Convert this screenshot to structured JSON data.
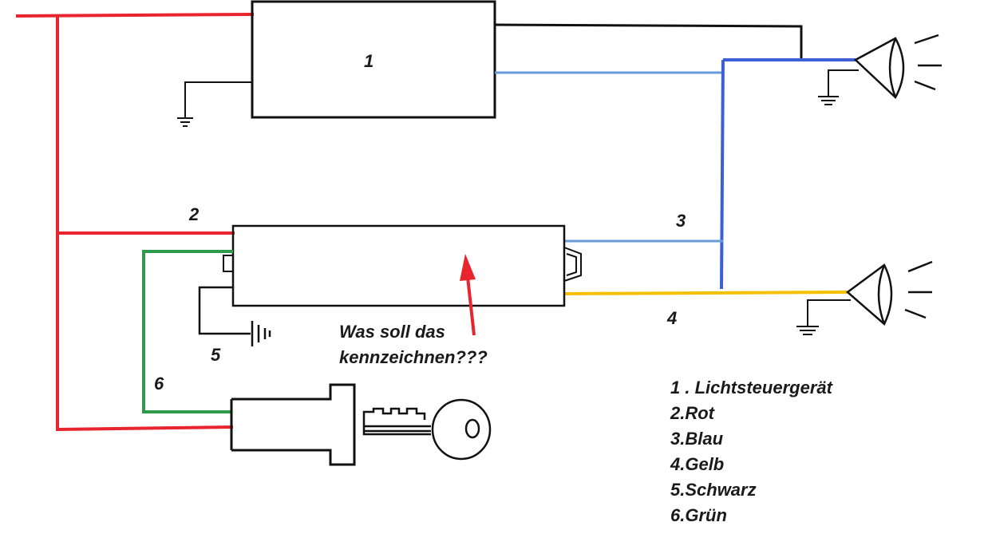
{
  "diagram": {
    "box_labels": {
      "unit_1": "1",
      "wire_2": "2",
      "wire_3": "3",
      "wire_4": "4",
      "wire_5": "5",
      "wire_6": "6"
    },
    "question_line_1": "Was soll das",
    "question_line_2": "kennzeichnen???",
    "legend": [
      "1 . Lichtsteuergerät",
      "2.Rot",
      "3.Blau",
      "4.Gelb",
      "5.Schwarz",
      "6.Grün"
    ],
    "wire_colors": {
      "red": "#e8242e",
      "blue": "#3c5fd6",
      "light_blue": "#6a9bd8",
      "yellow": "#f5c000",
      "green": "#2e9a4a",
      "black": "#111111"
    }
  }
}
